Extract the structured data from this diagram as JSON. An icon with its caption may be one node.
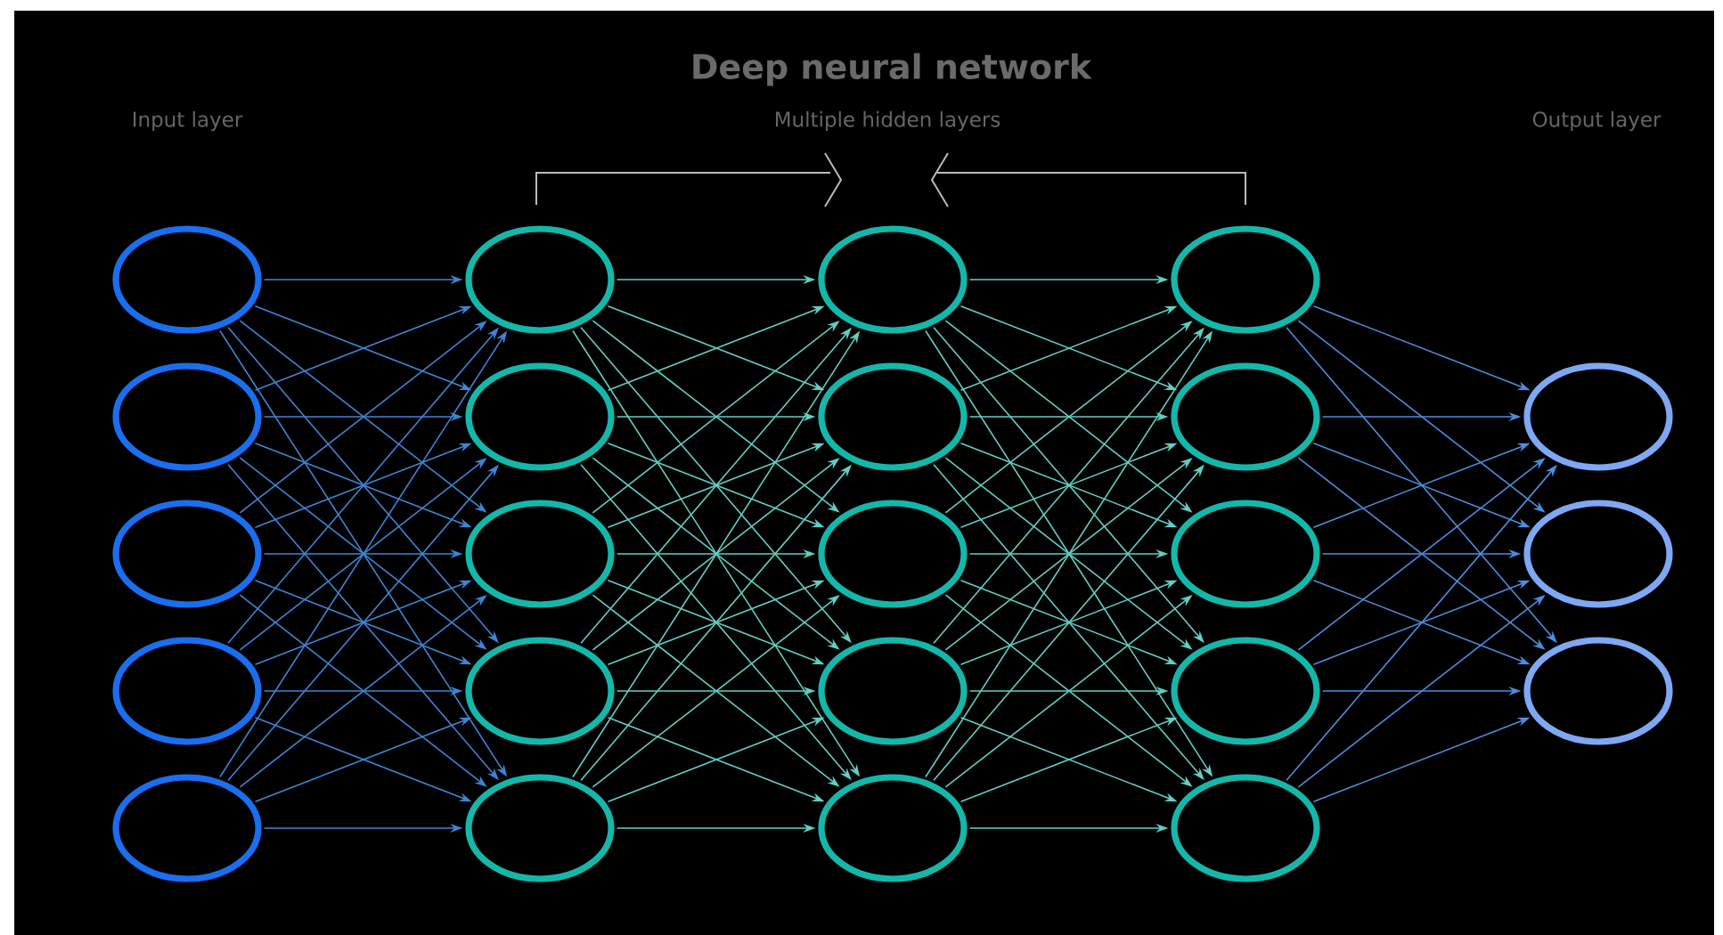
{
  "diagram": {
    "title": "Deep neural network",
    "nodes": [
      {
        "text": [],
        "shape": "circle"
      },
      {
        "text": [],
        "shape": "circle"
      },
      {
        "text": [],
        "shape": "circle"
      },
      {
        "text": [],
        "shape": "circle"
      },
      {
        "text": [],
        "shape": "circle"
      },
      {
        "text": [],
        "shape": "circle"
      },
      {
        "text": [],
        "shape": "circle"
      },
      {
        "text": [],
        "shape": "circle"
      },
      {
        "text": [],
        "shape": "circle"
      },
      {
        "text": [],
        "shape": "circle"
      },
      {
        "text": [],
        "shape": "circle"
      },
      {
        "text": [],
        "shape": "circle"
      },
      {
        "text": [],
        "shape": "circle"
      },
      {
        "text": [],
        "shape": "circle"
      },
      {
        "text": [],
        "shape": "circle"
      },
      {
        "text": [],
        "shape": "circle"
      },
      {
        "text": [],
        "shape": "circle"
      },
      {
        "text": [],
        "shape": "circle"
      },
      {
        "text": [],
        "shape": "circle"
      },
      {
        "text": [],
        "shape": "circle"
      },
      {
        "text": [],
        "shape": "circle"
      },
      {
        "text": [],
        "shape": "circle"
      },
      {
        "text": [],
        "shape": "circle"
      }
    ],
    "edges": [
      {
        "from": 0,
        "to": 5,
        "arrow": "to",
        "color": "#3d86d6"
      },
      {
        "from": 0,
        "to": 6,
        "arrow": "to",
        "color": "#3d86d6"
      },
      {
        "from": 0,
        "to": 7,
        "arrow": "to",
        "color": "#3d86d6"
      },
      {
        "from": 0,
        "to": 8,
        "arrow": "to",
        "color": "#3d86d6"
      },
      {
        "from": 0,
        "to": 9,
        "arrow": "to",
        "color": "#3d86d6"
      },
      {
        "from": 1,
        "to": 5,
        "arrow": "to",
        "color": "#3d86d6"
      },
      {
        "from": 1,
        "to": 6,
        "arrow": "to",
        "color": "#3d86d6"
      },
      {
        "from": 1,
        "to": 7,
        "arrow": "to",
        "color": "#3d86d6"
      },
      {
        "from": 1,
        "to": 8,
        "arrow": "to",
        "color": "#3d86d6"
      },
      {
        "from": 1,
        "to": 9,
        "arrow": "to",
        "color": "#3d86d6"
      },
      {
        "from": 2,
        "to": 5,
        "arrow": "to",
        "color": "#3d86d6"
      },
      {
        "from": 2,
        "to": 6,
        "arrow": "to",
        "color": "#3d86d6"
      },
      {
        "from": 2,
        "to": 7,
        "arrow": "to",
        "color": "#3d86d6"
      },
      {
        "from": 2,
        "to": 8,
        "arrow": "to",
        "color": "#3d86d6"
      },
      {
        "from": 2,
        "to": 9,
        "arrow": "to",
        "color": "#3d86d6"
      },
      {
        "from": 3,
        "to": 5,
        "arrow": "to",
        "color": "#3d86d6"
      },
      {
        "from": 3,
        "to": 6,
        "arrow": "to",
        "color": "#3d86d6"
      },
      {
        "from": 3,
        "to": 7,
        "arrow": "to",
        "color": "#3d86d6"
      },
      {
        "from": 3,
        "to": 8,
        "arrow": "to",
        "color": "#3d86d6"
      },
      {
        "from": 3,
        "to": 9,
        "arrow": "to",
        "color": "#3d86d6"
      },
      {
        "from": 4,
        "to": 5,
        "arrow": "to",
        "color": "#3d86d6"
      },
      {
        "from": 4,
        "to": 6,
        "arrow": "to",
        "color": "#3d86d6"
      },
      {
        "from": 4,
        "to": 7,
        "arrow": "to",
        "color": "#3d86d6"
      },
      {
        "from": 4,
        "to": 8,
        "arrow": "to",
        "color": "#3d86d6"
      },
      {
        "from": 4,
        "to": 9,
        "arrow": "to",
        "color": "#3d86d6"
      },
      {
        "from": 5,
        "to": 10,
        "arrow": "to"
      },
      {
        "from": 5,
        "to": 11,
        "arrow": "to"
      },
      {
        "from": 5,
        "to": 12,
        "arrow": "to"
      },
      {
        "from": 5,
        "to": 13,
        "arrow": "to"
      },
      {
        "from": 5,
        "to": 14,
        "arrow": "to"
      },
      {
        "from": 6,
        "to": 10,
        "arrow": "to"
      },
      {
        "from": 6,
        "to": 11,
        "arrow": "to"
      },
      {
        "from": 6,
        "to": 12,
        "arrow": "to"
      },
      {
        "from": 6,
        "to": 13,
        "arrow": "to"
      },
      {
        "from": 6,
        "to": 14,
        "arrow": "to"
      },
      {
        "from": 7,
        "to": 10,
        "arrow": "to"
      },
      {
        "from": 7,
        "to": 11,
        "arrow": "to"
      },
      {
        "from": 7,
        "to": 12,
        "arrow": "to"
      },
      {
        "from": 7,
        "to": 13,
        "arrow": "to"
      },
      {
        "from": 7,
        "to": 14,
        "arrow": "to"
      },
      {
        "from": 8,
        "to": 10,
        "arrow": "to"
      },
      {
        "from": 8,
        "to": 11,
        "arrow": "to"
      },
      {
        "from": 8,
        "to": 12,
        "arrow": "to"
      },
      {
        "from": 8,
        "to": 13,
        "arrow": "to"
      },
      {
        "from": 8,
        "to": 14,
        "arrow": "to"
      },
      {
        "from": 9,
        "to": 10,
        "arrow": "to"
      },
      {
        "from": 9,
        "to": 11,
        "arrow": "to"
      },
      {
        "from": 9,
        "to": 12,
        "arrow": "to"
      },
      {
        "from": 9,
        "to": 13,
        "arrow": "to"
      },
      {
        "from": 9,
        "to": 14,
        "arrow": "to"
      },
      {
        "from": 10,
        "to": 15,
        "arrow": "to"
      },
      {
        "from": 10,
        "to": 16,
        "arrow": "to"
      },
      {
        "from": 10,
        "to": 17,
        "arrow": "to"
      },
      {
        "from": 10,
        "to": 18,
        "arrow": "to"
      },
      {
        "from": 10,
        "to": 19,
        "arrow": "to"
      },
      {
        "from": 11,
        "to": 15,
        "arrow": "to"
      },
      {
        "from": 11,
        "to": 16,
        "arrow": "to"
      },
      {
        "from": 11,
        "to": 17,
        "arrow": "to"
      },
      {
        "from": 11,
        "to": 18,
        "arrow": "to"
      },
      {
        "from": 11,
        "to": 19,
        "arrow": "to"
      },
      {
        "from": 12,
        "to": 15,
        "arrow": "to"
      },
      {
        "from": 12,
        "to": 16,
        "arrow": "to"
      },
      {
        "from": 12,
        "to": 17,
        "arrow": "to"
      },
      {
        "from": 12,
        "to": 18,
        "arrow": "to"
      },
      {
        "from": 12,
        "to": 19,
        "arrow": "to"
      },
      {
        "from": 13,
        "to": 15,
        "arrow": "to"
      },
      {
        "from": 13,
        "to": 16,
        "arrow": "to"
      },
      {
        "from": 13,
        "to": 17,
        "arrow": "to"
      },
      {
        "from": 13,
        "to": 18,
        "arrow": "to"
      },
      {
        "from": 13,
        "to": 19,
        "arrow": "to"
      },
      {
        "from": 14,
        "to": 15,
        "arrow": "to"
      },
      {
        "from": 14,
        "to": 16,
        "arrow": "to"
      },
      {
        "from": 14,
        "to": 17,
        "arrow": "to"
      },
      {
        "from": 14,
        "to": 18,
        "arrow": "to"
      },
      {
        "from": 14,
        "to": 19,
        "arrow": "to"
      },
      {
        "from": 15,
        "to": 20,
        "arrow": "to",
        "color": "#4a8fe0"
      },
      {
        "from": 15,
        "to": 21,
        "arrow": "to",
        "color": "#4a8fe0"
      },
      {
        "from": 15,
        "to": 22,
        "arrow": "to",
        "color": "#4a8fe0"
      },
      {
        "from": 16,
        "to": 20,
        "arrow": "to",
        "color": "#4a8fe0"
      },
      {
        "from": 16,
        "to": 21,
        "arrow": "to",
        "color": "#4a8fe0"
      },
      {
        "from": 16,
        "to": 22,
        "arrow": "to",
        "color": "#4a8fe0"
      },
      {
        "from": 17,
        "to": 20,
        "arrow": "to",
        "color": "#4a8fe0"
      },
      {
        "from": 17,
        "to": 21,
        "arrow": "to",
        "color": "#4a8fe0"
      },
      {
        "from": 17,
        "to": 22,
        "arrow": "to",
        "color": "#4a8fe0"
      },
      {
        "from": 18,
        "to": 20,
        "arrow": "to",
        "color": "#4a8fe0"
      },
      {
        "from": 18,
        "to": 21,
        "arrow": "to",
        "color": "#4a8fe0"
      },
      {
        "from": 18,
        "to": 22,
        "arrow": "to",
        "color": "#4a8fe0"
      },
      {
        "from": 19,
        "to": 20,
        "arrow": "to",
        "color": "#4a8fe0"
      },
      {
        "from": 19,
        "to": 21,
        "arrow": "to",
        "color": "#4a8fe0"
      },
      {
        "from": 19,
        "to": 22,
        "arrow": "to",
        "color": "#4a8fe0"
      }
    ],
    "labels": [
      "Input layer",
      "Multiple hidden layers",
      "Output layer"
    ]
  }
}
